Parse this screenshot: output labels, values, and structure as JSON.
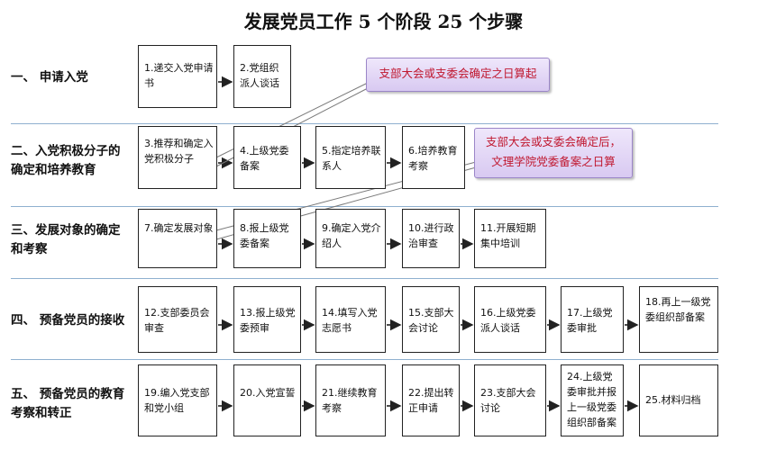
{
  "title": "发展党员工作 5 个阶段 25 个步骤",
  "stages": [
    {
      "line1": "一、 申请入党",
      "line2": ""
    },
    {
      "line1": "二、入党积极分子的",
      "line2": "确定和培养教育"
    },
    {
      "line1": "三、发展对象的确定",
      "line2": "和考察"
    },
    {
      "line1": "四、 预备党员的接收",
      "line2": ""
    },
    {
      "line1": "五、 预备党员的教育",
      "line2": "考察和转正"
    }
  ],
  "steps": [
    "1.递交入党申请书",
    "2.党组织派人谈话",
    "3.推荐和确定入党积极分子",
    "4.上级党委备案",
    "5.指定培养联系人",
    "6.培养教育考察",
    "7.确定发展对象",
    "8.报上级党委备案",
    "9.确定入党介绍人",
    "10.进行政治审查",
    "11.开展短期集中培训",
    "12.支部委员会审查",
    "13.报上级党委预审",
    "14.填写入党志愿书",
    "15.支部大会讨论",
    "16.上级党委派人谈话",
    "17.上级党委审批",
    "18.再上一级党委组织部备案",
    "19.编入党支部和党小组",
    "20.入党宣誓",
    "21.继续教育考察",
    "22.提出转正申请",
    "23.支部大会讨论",
    "24.上级党委审批并报上一级党委组织部备案",
    "25.材料归档"
  ],
  "callouts": {
    "first": "支部大会或支委会确定之日算起",
    "second_line1": "支部大会或支委会确定后，",
    "second_line2": "文理学院党委备案之日算"
  },
  "colors": {
    "callout_text": "#c01830",
    "callout_fill": "#e4d8f6",
    "separator": "#8fb0cf"
  }
}
